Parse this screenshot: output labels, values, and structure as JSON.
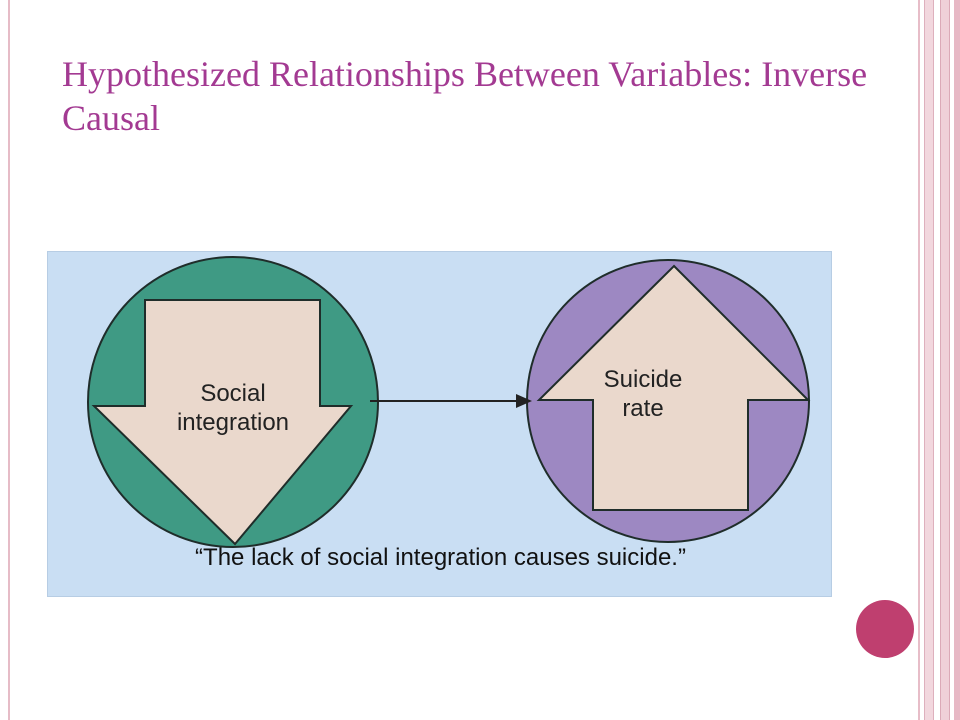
{
  "slide": {
    "title": "Hypothesized Relationships Between Variables: Inverse Causal"
  },
  "diagram": {
    "left_label": "Social\nintegration",
    "right_label": "Suicide\nrate",
    "caption": "“The lack of social integration causes suicide.”",
    "left_arrow_direction": "down",
    "right_arrow_direction": "up",
    "relationship_arrow": "left-to-right"
  },
  "colors": {
    "title": "#a33a92",
    "figure_background": "#c9def3",
    "left_circle": "#3f9a84",
    "right_circle": "#9d88c2",
    "arrow_fill": "#ead8cc",
    "accent_dot": "#bf3f6f"
  },
  "icons": {
    "nav_dot": "slide-accent-circle"
  }
}
